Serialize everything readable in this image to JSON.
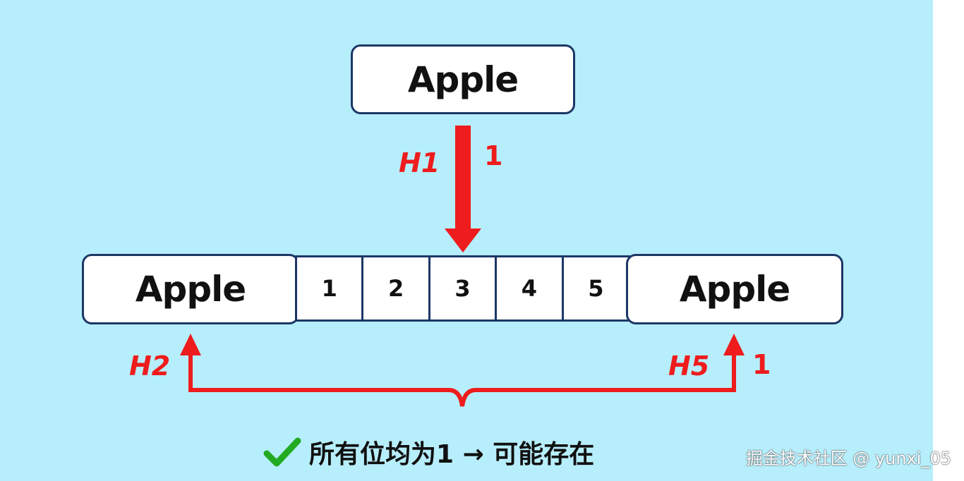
{
  "top_item": {
    "label": "Apple"
  },
  "slots": [
    "1",
    "2",
    "3",
    "4",
    "5"
  ],
  "left_item": {
    "label": "Apple"
  },
  "right_item": {
    "label": "Apple"
  },
  "hash_labels": {
    "h1": "H1",
    "h1_bit": "1",
    "h2": "H2",
    "h5": "H5",
    "h5_bit": "1"
  },
  "caption": {
    "icon": "check-icon",
    "text": "所有位均为1 → 可能存在"
  },
  "watermark": "掘金技术社区 @ yunxi_05",
  "colors": {
    "background": "#b7eefb",
    "arrow": "#ee1c1c",
    "border": "#1c3766",
    "check": "#22aa22"
  }
}
